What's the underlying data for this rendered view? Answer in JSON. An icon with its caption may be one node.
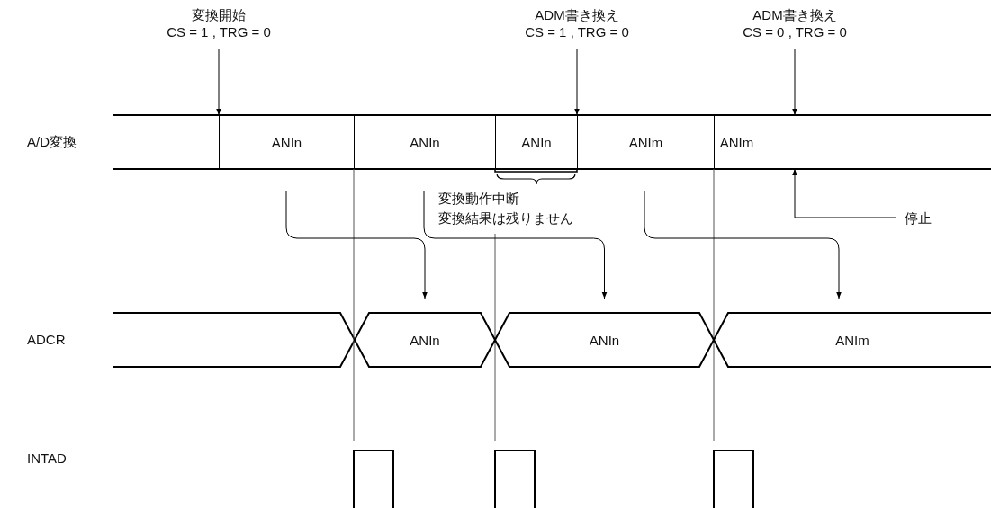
{
  "diagram": {
    "nodes": [
      {
        "text": [
          "変換開始",
          "CS = 1 , TRG = 0"
        ]
      },
      {
        "text": [
          "ADM書き換え",
          "CS = 1 , TRG = 0"
        ]
      },
      {
        "text": [
          "ADM書き換え",
          "CS = 0 , TRG = 0"
        ]
      },
      {
        "text": [
          "ANIn"
        ]
      },
      {
        "text": [
          "ANIn"
        ]
      },
      {
        "text": [
          "ANIn"
        ]
      },
      {
        "text": [
          "ANIm"
        ]
      },
      {
        "text": [
          "ANIm"
        ]
      },
      {
        "text": [
          "停止"
        ]
      },
      {
        "text": [
          "ANIn"
        ]
      },
      {
        "text": [
          "ANIn"
        ]
      },
      {
        "text": [
          "ANIm"
        ]
      }
    ],
    "edges": [
      {
        "from": 0,
        "to": 3,
        "arrow": "to"
      },
      {
        "from": 1,
        "to": 5,
        "arrow": "to"
      },
      {
        "from": 2,
        "to": 7,
        "arrow": "to"
      },
      {
        "from": 8,
        "to": 7,
        "arrow": "to"
      },
      {
        "from": 3,
        "to": 9,
        "arrow": "to"
      },
      {
        "from": 4,
        "to": 10,
        "arrow": "to"
      },
      {
        "from": 6,
        "to": 11,
        "arrow": "to"
      }
    ],
    "labels": [
      "A/D変換",
      "変換動作中断",
      "変換結果は残りません",
      "ADCR",
      "INTAD"
    ]
  }
}
